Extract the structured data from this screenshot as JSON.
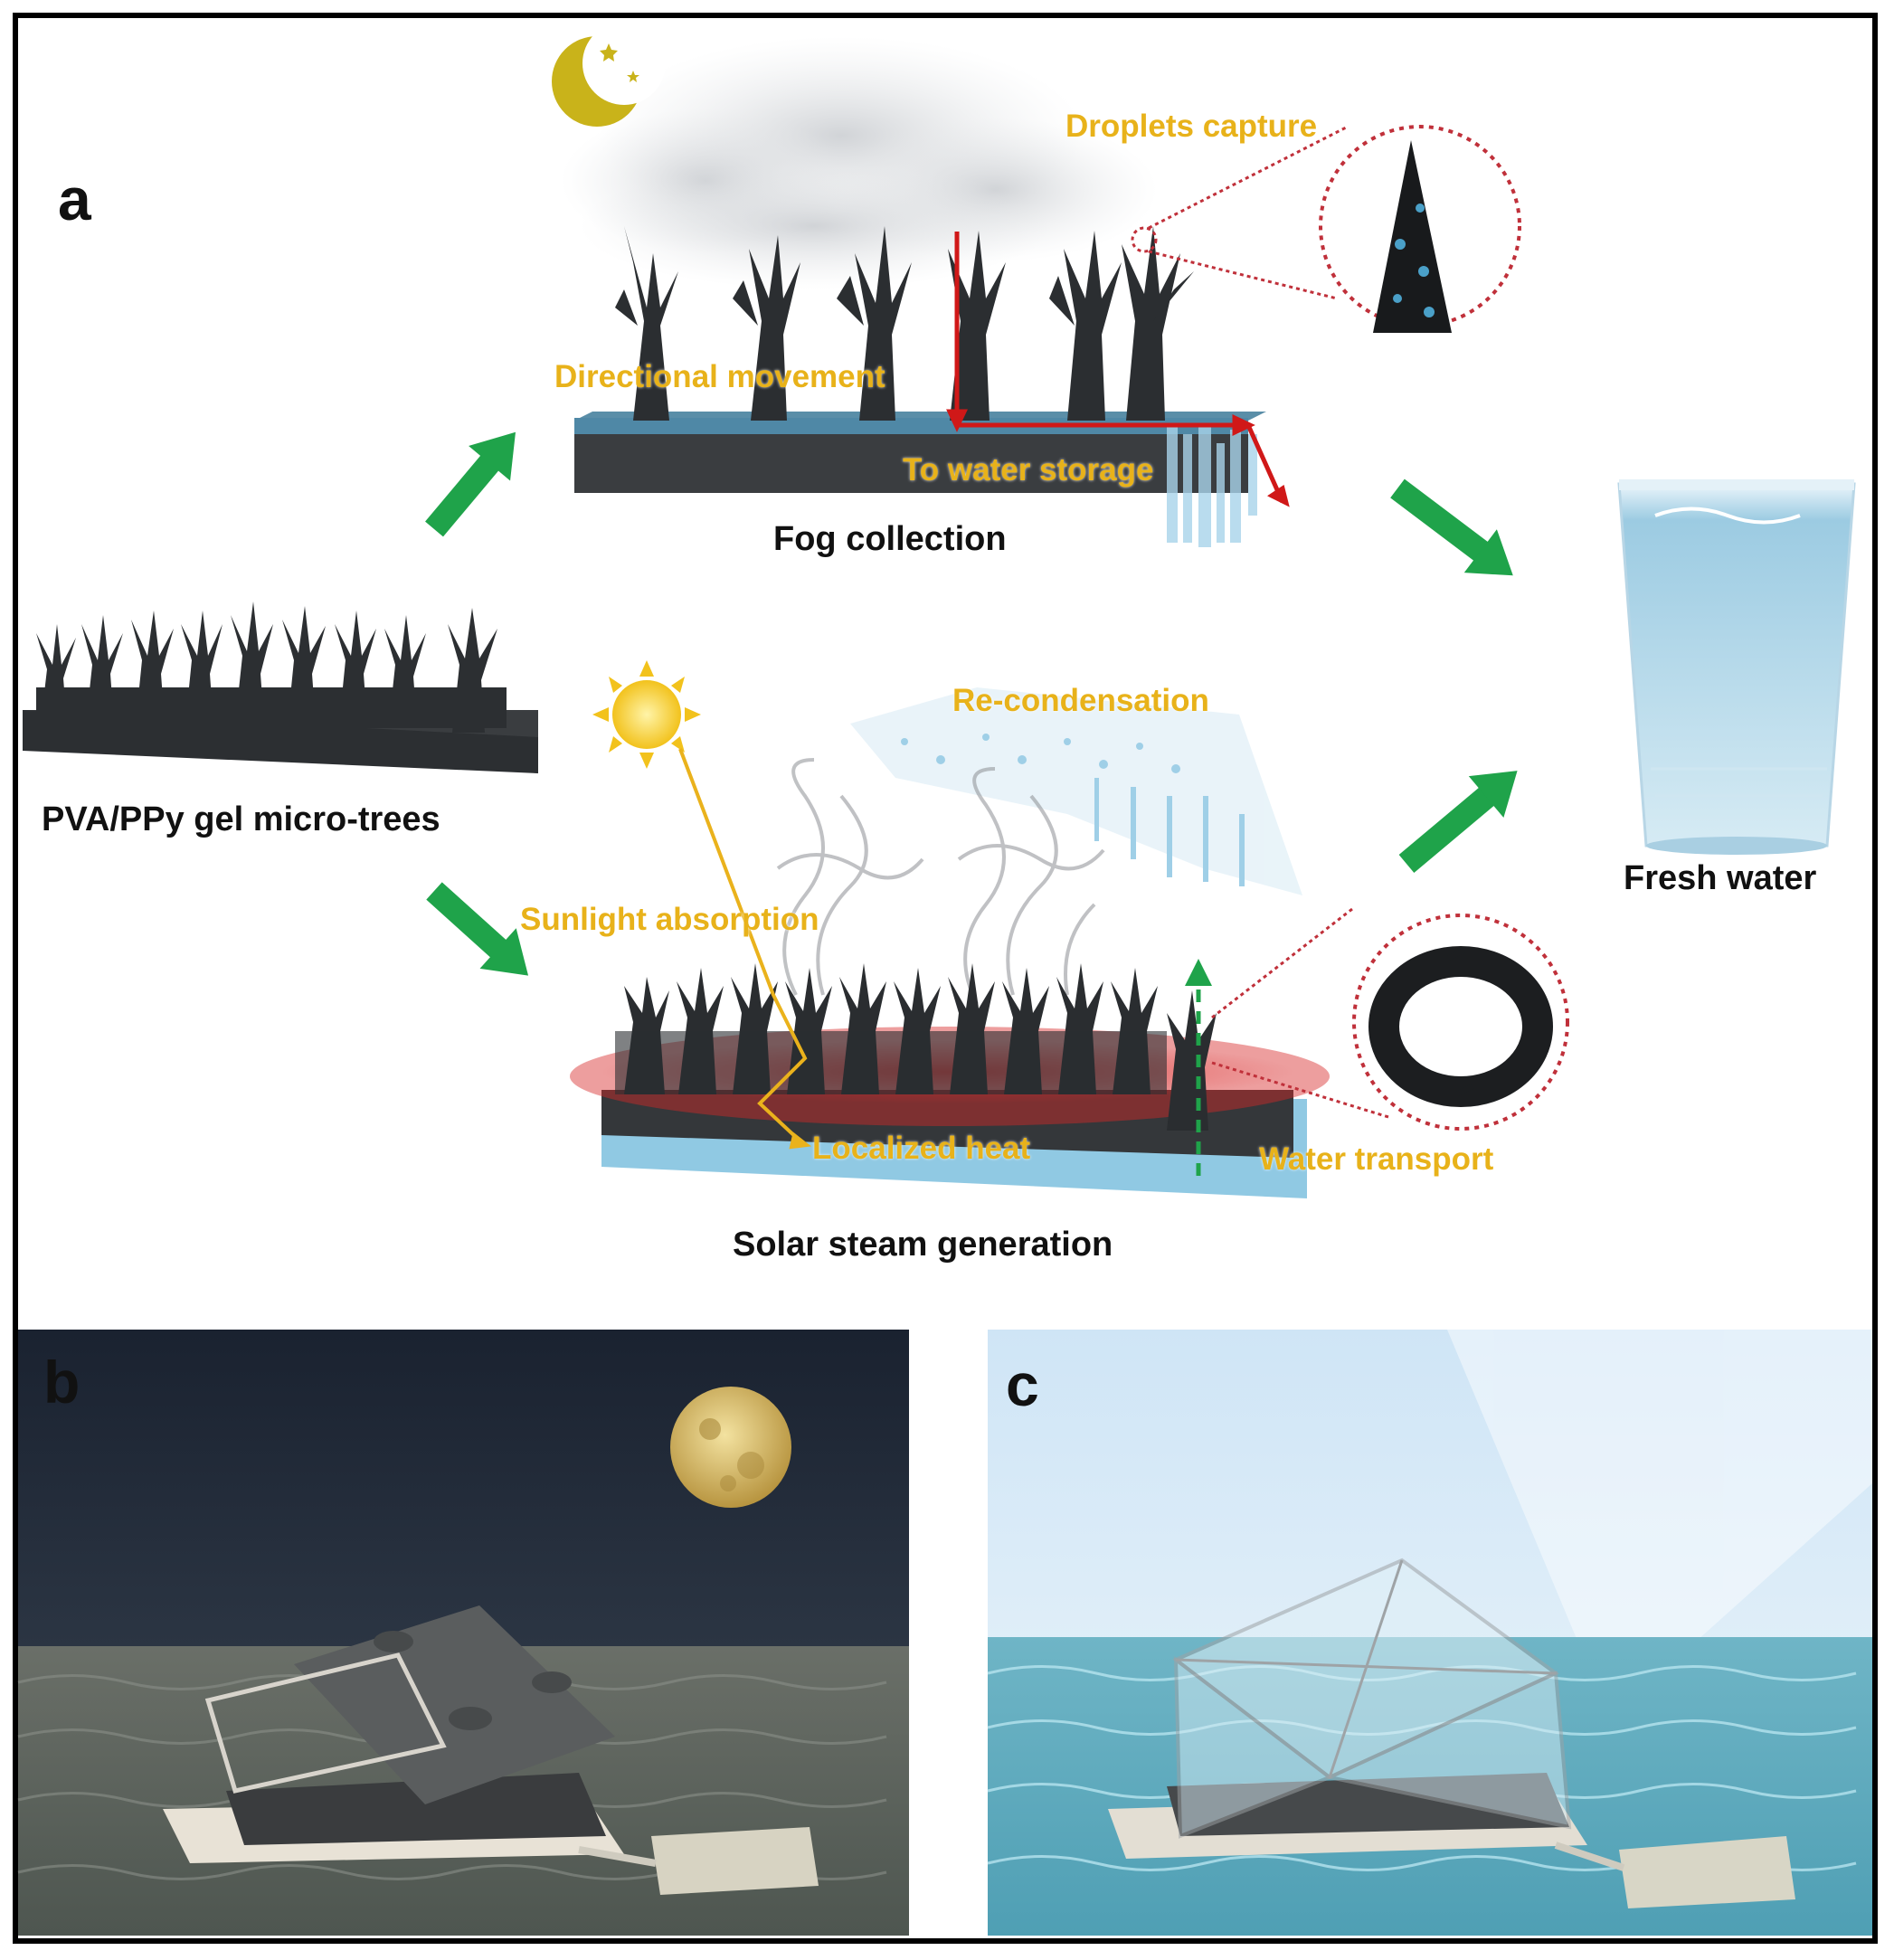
{
  "panels": {
    "a": "a",
    "b": "b",
    "c": "c"
  },
  "captions": {
    "source": "PVA/PPy gel micro-trees",
    "fog": "Fog collection",
    "solar": "Solar steam generation",
    "output": "Fresh water"
  },
  "annotations": {
    "droplets": "Droplets capture",
    "directional": "Directional movement",
    "storage": "To water storage",
    "recondensation": "Re-condensation",
    "sunlight": "Sunlight absorption",
    "heat": "Localized heat",
    "transport": "Water transport"
  },
  "colors": {
    "annotation": "#e8b21a",
    "flow_arrow": "#1fa34a",
    "path_arrow": "#d01818",
    "zoom_circle": "#c0303a",
    "gel": "#2a2d30",
    "water": "#6fb6da",
    "night_sky": "#1f2735",
    "day_sky": "#dcecf8"
  },
  "icons": {
    "moon": "crescent-moon-icon",
    "sun": "sun-icon",
    "full_moon": "full-moon-icon"
  }
}
